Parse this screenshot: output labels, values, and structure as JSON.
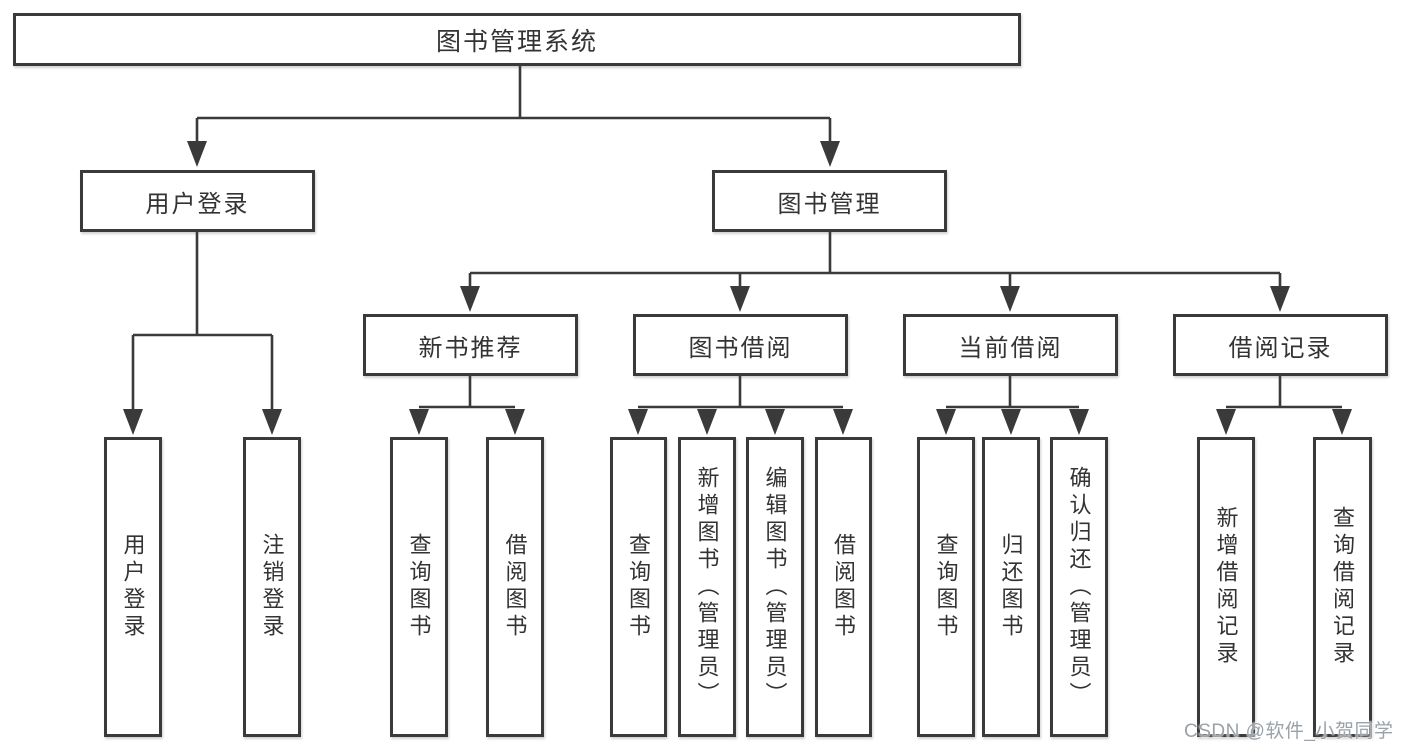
{
  "nodes": {
    "root": {
      "label": "图书管理系统"
    },
    "user_login": {
      "label": "用户登录"
    },
    "book_mgmt": {
      "label": "图书管理"
    },
    "new_rec": {
      "label": "新书推荐"
    },
    "book_borrow": {
      "label": "图书借阅"
    },
    "current_borrow": {
      "label": "当前借阅"
    },
    "borrow_records": {
      "label": "借阅记录"
    },
    "leaf_user_login": {
      "label": "用户登录"
    },
    "leaf_logout": {
      "label": "注销登录"
    },
    "leaf_rec_query": {
      "label": "查询图书"
    },
    "leaf_rec_borrow": {
      "label": "借阅图书"
    },
    "leaf_bor_query": {
      "label": "查询图书"
    },
    "leaf_bor_add": {
      "label": "新增图书（管理员）"
    },
    "leaf_bor_edit": {
      "label": "编辑图书（管理员）"
    },
    "leaf_bor_lend": {
      "label": "借阅图书"
    },
    "leaf_cur_query": {
      "label": "查询图书"
    },
    "leaf_cur_return": {
      "label": "归还图书"
    },
    "leaf_cur_confirm": {
      "label": "确认归还（管理员）"
    },
    "leaf_log_add": {
      "label": "新增借阅记录"
    },
    "leaf_log_query": {
      "label": "查询借阅记录"
    }
  },
  "watermark": {
    "text": "CSDN @软件_小贺同学"
  },
  "colors": {
    "line": "#3a3a3a",
    "box_border": "#3a3a3a",
    "box_fill": "#ffffff",
    "text": "#333333",
    "background": "#ffffff",
    "watermark": "#9aa2a9"
  }
}
